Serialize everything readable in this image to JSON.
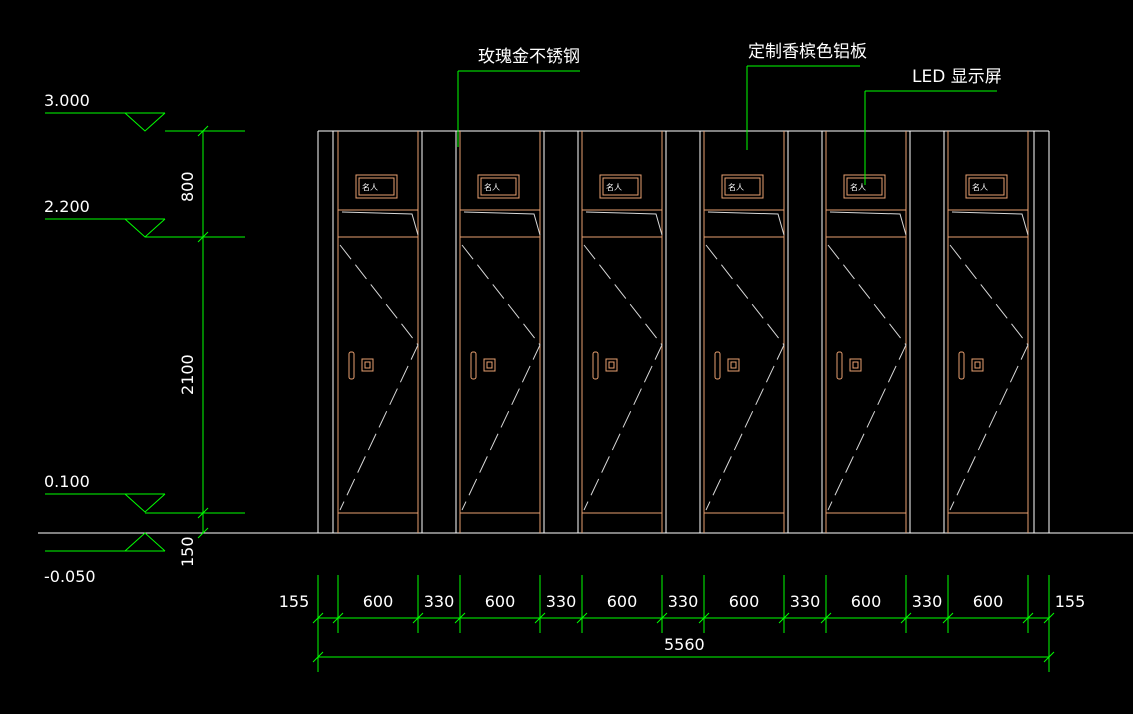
{
  "colors": {
    "background": "#000000",
    "dimension": "#00ff00",
    "outline": "#ffffff",
    "door": "#e8a070",
    "glass": "#d8d8d8"
  },
  "callouts": {
    "rose_gold": "玫瑰金不锈钢",
    "aluminum": "定制香槟色铝板",
    "led": "LED  显示屏"
  },
  "levels": {
    "top": "3.000",
    "upper": "2.200",
    "base": "0.100",
    "ground": "-0.050"
  },
  "vertical_dims": {
    "d800": "800",
    "d2100": "2100",
    "d150": "150"
  },
  "horizontal_dims": {
    "segments": [
      "155",
      "600",
      "330",
      "600",
      "330",
      "600",
      "330",
      "600",
      "330",
      "600",
      "330",
      "600",
      "155"
    ],
    "total": "5560"
  },
  "lockers": {
    "count": 6,
    "plate_label": "名人"
  }
}
